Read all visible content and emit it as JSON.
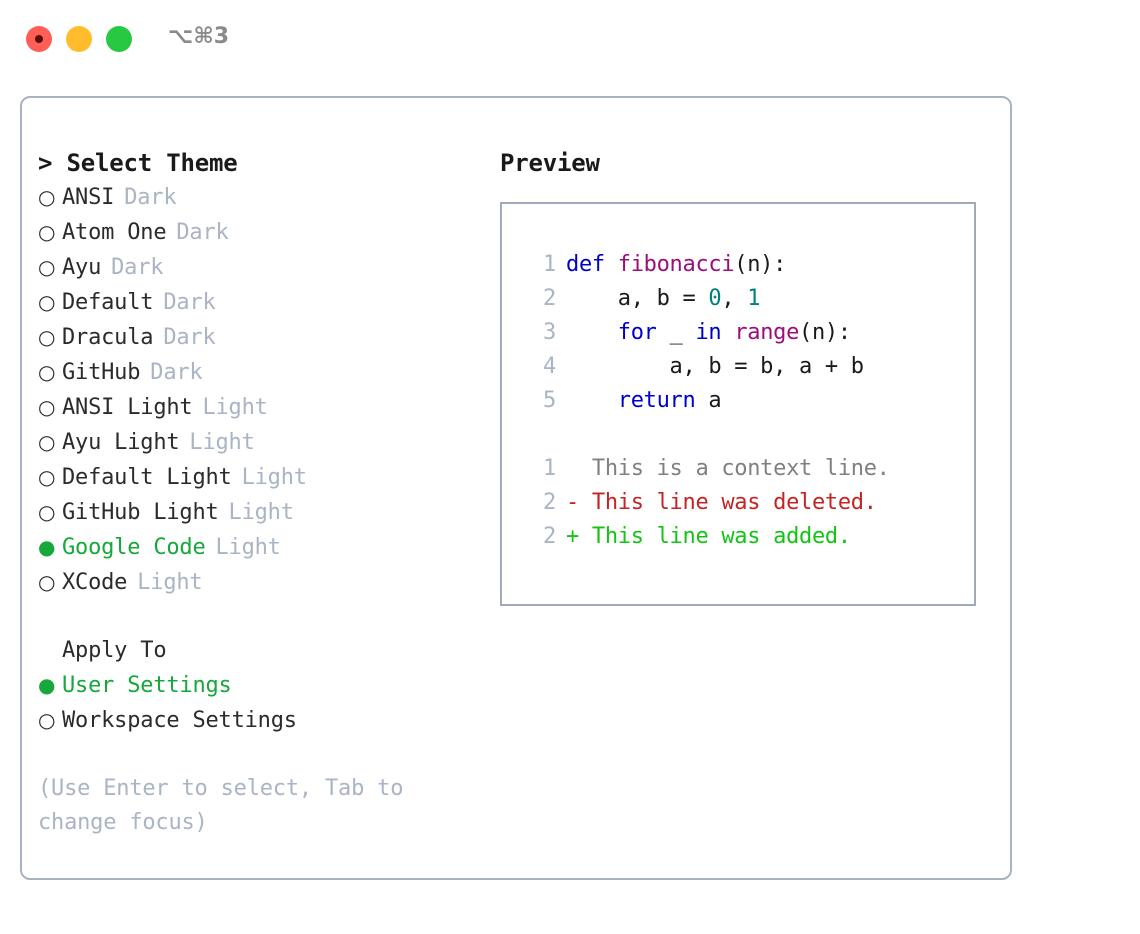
{
  "window": {
    "shortcut_title": "⌥⌘3",
    "traffic_lights": [
      "close-light",
      "minimize-light",
      "maximize-light"
    ]
  },
  "left": {
    "heading": "> Select Theme",
    "themes": [
      {
        "marker": "○",
        "name": "ANSI",
        "variant": "Dark",
        "selected": false
      },
      {
        "marker": "○",
        "name": "Atom One",
        "variant": "Dark",
        "selected": false
      },
      {
        "marker": "○",
        "name": "Ayu",
        "variant": "Dark",
        "selected": false
      },
      {
        "marker": "○",
        "name": "Default",
        "variant": "Dark",
        "selected": false
      },
      {
        "marker": "○",
        "name": "Dracula",
        "variant": "Dark",
        "selected": false
      },
      {
        "marker": "○",
        "name": "GitHub",
        "variant": "Dark",
        "selected": false
      },
      {
        "marker": "○",
        "name": "ANSI Light",
        "variant": "Light",
        "selected": false
      },
      {
        "marker": "○",
        "name": "Ayu Light",
        "variant": "Light",
        "selected": false
      },
      {
        "marker": "○",
        "name": "Default Light",
        "variant": "Light",
        "selected": false
      },
      {
        "marker": "○",
        "name": "GitHub Light",
        "variant": "Light",
        "selected": false
      },
      {
        "marker": "●",
        "name": "Google Code",
        "variant": "Light",
        "selected": true
      },
      {
        "marker": "○",
        "name": "XCode",
        "variant": "Light",
        "selected": false
      }
    ],
    "apply_to": {
      "title": "Apply To",
      "options": [
        {
          "marker": "●",
          "name": "User Settings",
          "selected": true
        },
        {
          "marker": "○",
          "name": "Workspace Settings",
          "selected": false
        }
      ]
    },
    "hint": "(Use Enter to select, Tab to change focus)"
  },
  "preview": {
    "title": "Preview",
    "code_lines": [
      {
        "num": "1",
        "tokens": [
          {
            "t": "def ",
            "k": "kw"
          },
          {
            "t": "fibonacci",
            "k": "fn"
          },
          {
            "t": "(n):",
            "k": "plain"
          }
        ]
      },
      {
        "num": "2",
        "tokens": [
          {
            "t": "    a, b = ",
            "k": "plain"
          },
          {
            "t": "0",
            "k": "num"
          },
          {
            "t": ", ",
            "k": "plain"
          },
          {
            "t": "1",
            "k": "num"
          }
        ]
      },
      {
        "num": "3",
        "tokens": [
          {
            "t": "    ",
            "k": "plain"
          },
          {
            "t": "for",
            "k": "kw"
          },
          {
            "t": " _ ",
            "k": "plain"
          },
          {
            "t": "in",
            "k": "kw"
          },
          {
            "t": " ",
            "k": "plain"
          },
          {
            "t": "range",
            "k": "fn"
          },
          {
            "t": "(n):",
            "k": "plain"
          }
        ]
      },
      {
        "num": "4",
        "tokens": [
          {
            "t": "        a, b = b, a + b",
            "k": "plain"
          }
        ]
      },
      {
        "num": "5",
        "tokens": [
          {
            "t": "    ",
            "k": "plain"
          },
          {
            "t": "return",
            "k": "kw"
          },
          {
            "t": " a",
            "k": "plain"
          }
        ]
      }
    ],
    "diff_lines": [
      {
        "num": "1",
        "sign": "  ",
        "text": "This is a context line.",
        "kind": "ctx"
      },
      {
        "num": "2",
        "sign": "- ",
        "text": "This line was deleted.",
        "kind": "del"
      },
      {
        "num": "2",
        "sign": "+ ",
        "text": "This line was added.",
        "kind": "add"
      }
    ]
  },
  "colors": {
    "accent_green": "#16a83a",
    "muted_badge": "#a9b4c4",
    "panel_border": "#a9b2c0",
    "preview_border": "#a0aab8",
    "keyword": "#0000cd",
    "function": "#9c0e7c",
    "number": "#008080",
    "diff_context": "#808080",
    "diff_deleted": "#c62323",
    "diff_added": "#13c413",
    "light_red": "#ff5f57",
    "light_yellow": "#ffbd2e",
    "light_green": "#28c840"
  }
}
